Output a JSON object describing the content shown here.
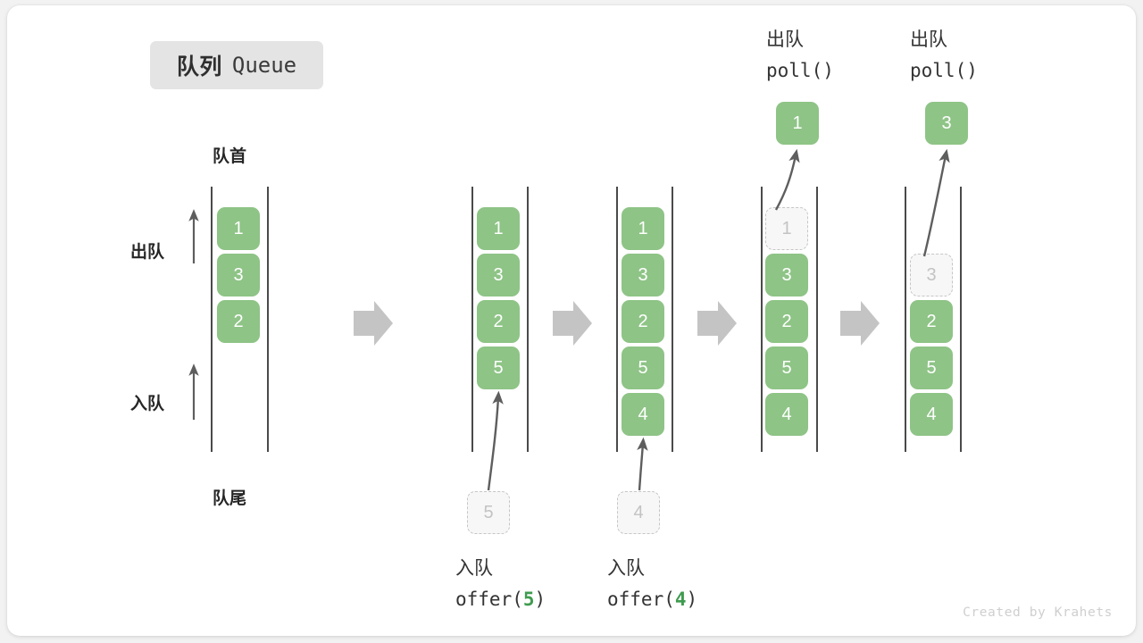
{
  "title": {
    "cn": "队列",
    "en": "Queue"
  },
  "labels": {
    "front": "队首",
    "rear": "队尾",
    "dequeue": "出队",
    "enqueue": "入队"
  },
  "watermark": "Created by Krahets",
  "colors": {
    "cell_fill": "#8ec486",
    "cell_text": "#ffffff",
    "ghost_fill": "#f7f7f7",
    "ghost_border": "#c6c6c6",
    "ghost_text": "#c3c3c3",
    "rail": "#4a4a4a",
    "arrow_gray": "#c4c4c4",
    "curve_arrow": "#5e5e5e",
    "code_number": "#3f9b4f",
    "chip_bg": "#e4e4e4",
    "card_bg": "#ffffff",
    "page_bg": "#f2f2f2"
  },
  "side_markers": [
    {
      "label": "出队",
      "name": "dequeue-direction-marker"
    },
    {
      "label": "入队",
      "name": "enqueue-direction-marker"
    }
  ],
  "steps": [
    {
      "id": "step-1-initial",
      "op_cn": "",
      "op_code": "",
      "op_code_num": "",
      "cells": [
        {
          "value": "1",
          "state": "solid"
        },
        {
          "value": "3",
          "state": "solid"
        },
        {
          "value": "2",
          "state": "solid"
        }
      ],
      "incoming": null,
      "popped": null
    },
    {
      "id": "step-2-offer-5",
      "op_cn": "入队",
      "op_code_prefix": "offer(",
      "op_code_num": "5",
      "op_code_suffix": ")",
      "cells": [
        {
          "value": "1",
          "state": "solid"
        },
        {
          "value": "3",
          "state": "solid"
        },
        {
          "value": "2",
          "state": "solid"
        },
        {
          "value": "5",
          "state": "solid"
        }
      ],
      "incoming": {
        "value": "5",
        "state": "ghost"
      },
      "popped": null
    },
    {
      "id": "step-3-offer-4",
      "op_cn": "入队",
      "op_code_prefix": "offer(",
      "op_code_num": "4",
      "op_code_suffix": ")",
      "cells": [
        {
          "value": "1",
          "state": "solid"
        },
        {
          "value": "3",
          "state": "solid"
        },
        {
          "value": "2",
          "state": "solid"
        },
        {
          "value": "5",
          "state": "solid"
        },
        {
          "value": "4",
          "state": "solid"
        }
      ],
      "incoming": {
        "value": "4",
        "state": "ghost"
      },
      "popped": null
    },
    {
      "id": "step-4-poll-1",
      "op_cn": "出队",
      "op_code_prefix": "poll(",
      "op_code_num": "",
      "op_code_suffix": ")",
      "cells": [
        {
          "value": "1",
          "state": "ghost"
        },
        {
          "value": "3",
          "state": "solid"
        },
        {
          "value": "2",
          "state": "solid"
        },
        {
          "value": "5",
          "state": "solid"
        },
        {
          "value": "4",
          "state": "solid"
        }
      ],
      "incoming": null,
      "popped": {
        "value": "1",
        "state": "solid"
      }
    },
    {
      "id": "step-5-poll-3",
      "op_cn": "出队",
      "op_code_prefix": "poll(",
      "op_code_num": "",
      "op_code_suffix": ")",
      "cells": [
        {
          "value": "3",
          "state": "ghost"
        },
        {
          "value": "2",
          "state": "solid"
        },
        {
          "value": "5",
          "state": "solid"
        },
        {
          "value": "4",
          "state": "solid"
        }
      ],
      "incoming": null,
      "popped": {
        "value": "3",
        "state": "solid"
      }
    }
  ],
  "cell_values": {
    "c1r1": "1",
    "c1r2": "3",
    "c1r3": "2",
    "c2r1": "1",
    "c2r2": "3",
    "c2r3": "2",
    "c2r4": "5",
    "c3r1": "1",
    "c3r2": "3",
    "c3r3": "2",
    "c3r4": "5",
    "c3r5": "4",
    "c4r1": "1",
    "c4r2": "3",
    "c4r3": "2",
    "c4r4": "5",
    "c4r5": "4",
    "c5r1": "3",
    "c5r2": "2",
    "c5r3": "5",
    "c5r4": "4",
    "ghost2": "5",
    "ghost3": "4",
    "pop4": "1",
    "pop5": "3"
  },
  "op_text": {
    "offer5_cn": "入队",
    "offer5_code_a": "offer(",
    "offer5_code_n": "5",
    "offer5_code_b": ")",
    "offer4_cn": "入队",
    "offer4_code_a": "offer(",
    "offer4_code_n": "4",
    "offer4_code_b": ")",
    "poll1_cn": "出队",
    "poll1_code": "poll()",
    "poll2_cn": "出队",
    "poll2_code": "poll()"
  }
}
